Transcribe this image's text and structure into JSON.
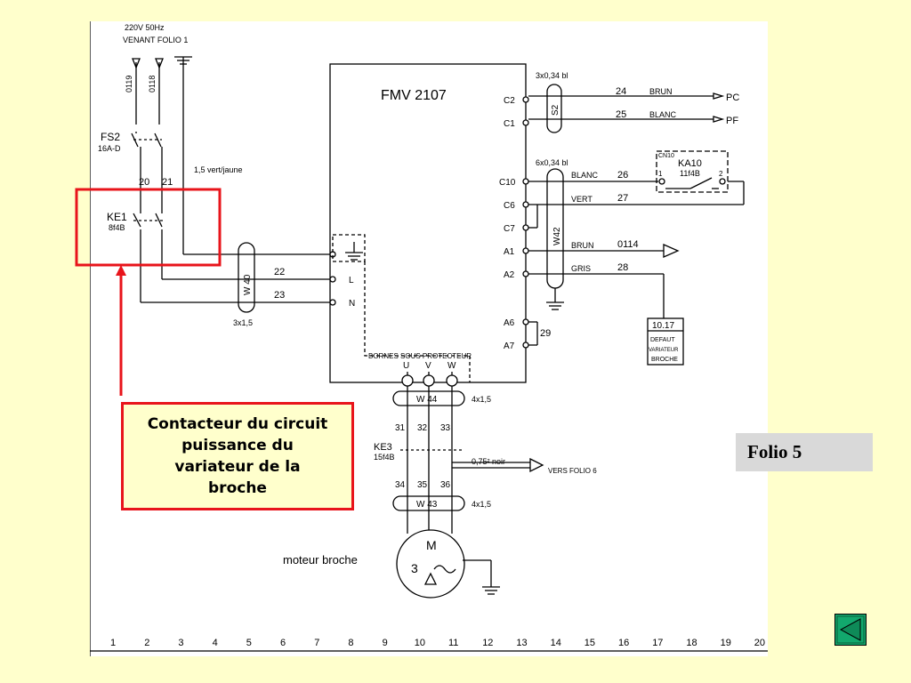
{
  "schematic": {
    "supply_line1": "220V 50Hz",
    "supply_line2": "VENANT FOLIO 1",
    "wire_0119": "0119",
    "wire_0118": "0118",
    "fs2_name": "FS2",
    "fs2_ref": "16A-D",
    "wire_20": "20",
    "wire_21": "21",
    "earth_label": "1,5 vert/jaune",
    "ke1_name": "KE1",
    "ke1_ref": "8f4B",
    "device_name": "FMV 2107",
    "cable_w40": "W 40",
    "wire_22": "22",
    "wire_23": "23",
    "cable_3x15": "3x1,5",
    "term_L": "L",
    "term_N": "N",
    "term_C2": "C2",
    "term_C1": "C1",
    "term_C10": "C10",
    "term_C6": "C6",
    "term_C7": "C7",
    "term_A1": "A1",
    "term_A2": "A2",
    "term_A6": "A6",
    "term_A7": "A7",
    "cable_3x034": "3x0,34 bl",
    "cable_s2": "S2",
    "wire_24": "24",
    "color_brun": "BRUN",
    "dest_pc": "PC",
    "wire_25": "25",
    "color_blanc": "BLANC",
    "dest_pf": "PF",
    "cable_6x034": "6x0,34 bl",
    "cable_w42": "W42",
    "color_blanc2": "BLANC",
    "wire_26": "26",
    "color_vert": "VERT",
    "wire_27": "27",
    "color_brun2": "BRUN",
    "wire_0114": "0114",
    "color_gris": "GRIS",
    "wire_28": "28",
    "wire_29": "29",
    "cn10": "CN10",
    "ka10_name": "KA10",
    "ka10_ref": "11f4B",
    "ka10_pin1": "1",
    "ka10_pin2": "2",
    "ref_1017": "10.17",
    "defaut_line1": "DEFAUT",
    "defaut_line2": "VARIATEUR",
    "defaut_line3": "BROCHE",
    "bornes": "BORNES SOUS PROTECTEUR",
    "term_U": "U",
    "term_V": "V",
    "term_W": "W",
    "cable_w44": "W   44",
    "cable_4x15_a": "4x1,5",
    "wire_31": "31",
    "wire_32": "32",
    "wire_33": "33",
    "ke3_name": "KE3",
    "ke3_ref": "15f4B",
    "wire_075": "0,75² noir",
    "vers_folio": "VERS FOLIO 6",
    "wire_34": "34",
    "wire_35": "35",
    "wire_36": "36",
    "cable_w43": "W   43",
    "cable_4x15_b": "4x1,5",
    "motor_m": "M",
    "motor_3": "3",
    "motor_label": "moteur broche",
    "columns": [
      "1",
      "2",
      "3",
      "4",
      "5",
      "6",
      "7",
      "8",
      "9",
      "10",
      "11",
      "12",
      "13",
      "14",
      "15",
      "16",
      "17",
      "18",
      "19",
      "20"
    ]
  },
  "callout": {
    "text_line1": "Contacteur du circuit",
    "text_line2": "puissance du",
    "text_line3": "variateur de la",
    "text_line4": "broche"
  },
  "folio_label": "Folio 5",
  "colors": {
    "background": "#ffffcc",
    "highlight": "#e8141b",
    "folio_box": "#d9d9d9",
    "nav_button": "#12a86d"
  },
  "nav": {
    "icon": "back-arrow-icon"
  }
}
